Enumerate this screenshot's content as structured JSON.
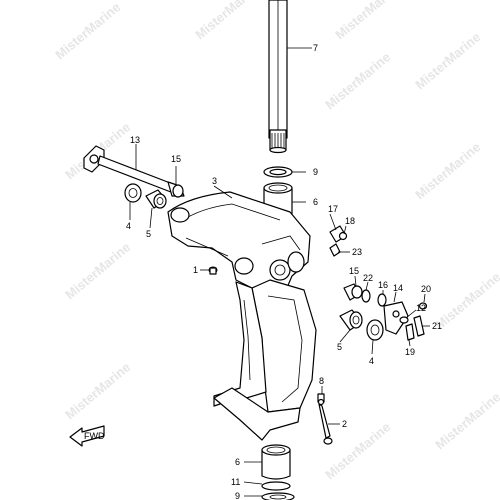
{
  "watermark": "MisterMarine",
  "fwd_label": "FWD",
  "callouts": {
    "n7": "7",
    "n13": "13",
    "n15a": "15",
    "n9a": "9",
    "n3": "3",
    "n6a": "6",
    "n4a": "4",
    "n5a": "5",
    "n17": "17",
    "n18": "18",
    "n23": "23",
    "n1": "1",
    "n15b": "15",
    "n22": "22",
    "n16": "16",
    "n14": "14",
    "n20": "20",
    "n12": "12",
    "n21": "21",
    "n5b": "5",
    "n4b": "4",
    "n19": "19",
    "n8": "8",
    "n2": "2",
    "n6b": "6",
    "n11": "11",
    "n9b": "9"
  }
}
